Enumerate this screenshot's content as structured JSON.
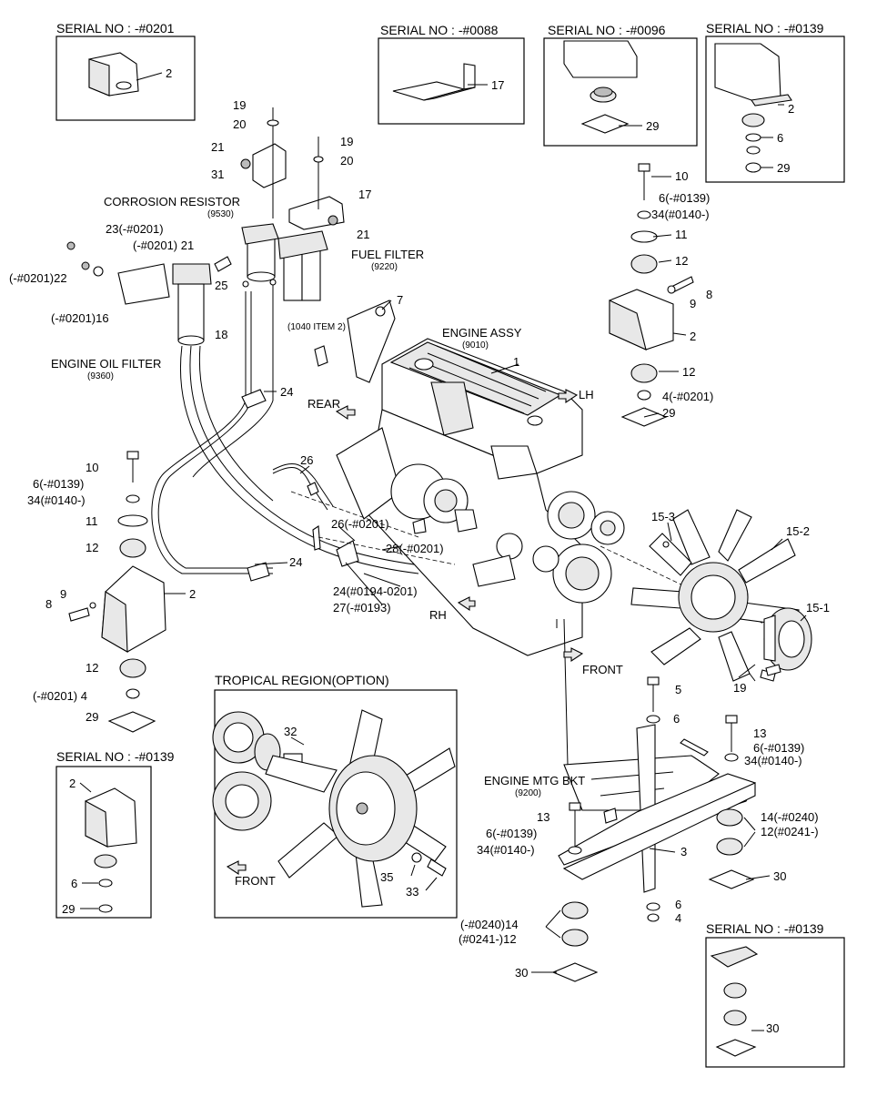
{
  "serial_boxes": {
    "top_left": "SERIAL NO : -#0201",
    "top_mid": "SERIAL NO : -#0088",
    "top_mid2": "SERIAL NO : -#0096",
    "top_right": "SERIAL NO : -#0139",
    "bottom_left": "SERIAL NO : -#0139",
    "bottom_right": "SERIAL NO : -#0139"
  },
  "tropical": {
    "title": "TROPICAL REGION(OPTION)",
    "front": "FRONT",
    "c32": "32",
    "c35": "35",
    "c33": "33"
  },
  "components": {
    "corrosion_resistor": "CORROSION RESISTOR",
    "corrosion_resistor_no": "(9530)",
    "fuel_filter": "FUEL FILTER",
    "fuel_filter_no": "(9220)",
    "engine_oil_filter": "ENGINE OIL FILTER",
    "engine_oil_filter_no": "(9360)",
    "engine_assy": "ENGINE ASSY",
    "engine_assy_no": "(9010)",
    "engine_mtg_bkt": "ENGINE MTG BKT",
    "engine_mtg_bkt_no": "(9200)",
    "item_ref": "(1040 ITEM 2)"
  },
  "directions": {
    "rear": "REAR",
    "lh": "LH",
    "rh": "RH",
    "front": "FRONT"
  },
  "callouts": {
    "a2_tl": "2",
    "a17_tm": "17",
    "a29_tm2": "29",
    "a2_tr": "2",
    "a6_tr": "6",
    "a29_tr": "29",
    "a19a": "19",
    "a20a": "20",
    "a21a": "21",
    "a31": "31",
    "a19b": "19",
    "a20b": "20",
    "a17b": "17",
    "a21b": "21",
    "a23": "23(-#0201)",
    "a21c": "(-#0201) 21",
    "a22": "(-#0201)22",
    "a25": "25",
    "a16": "(-#0201)16",
    "a18": "18",
    "a7": "7",
    "a24a": "24",
    "a1": "1",
    "a10r": "10",
    "a6r": "6(-#0139)",
    "a34r": "34(#0140-)",
    "a11r": "11",
    "a12r": "12",
    "a8r": "8",
    "a9r": "9",
    "a2r": "2",
    "a12r2": "12",
    "a4r": "4(-#0201)",
    "a29r": "29",
    "a10l": "10",
    "a6l": "6(-#0139)",
    "a34l": "34(#0140-)",
    "a11l": "11",
    "a12l": "12",
    "a9l": "9",
    "a2l": "2",
    "a8l": "8",
    "a12l2": "12",
    "a4l": "(-#0201) 4",
    "a29l": "29",
    "a26a": "26",
    "a26b": "26(-#0201)",
    "a28": "28(-#0201)",
    "a24b": "24",
    "a24c": "24(#0194-0201)",
    "a27": "27(-#0193)",
    "a15_3": "15-3",
    "a15_2": "15-2",
    "a15_1": "15-1",
    "a19c": "19",
    "a5": "5",
    "a6m": "6",
    "a13a": "13",
    "a6ma": "6(-#0139)",
    "a34ma": "34(#0140-)",
    "a14a": "14(-#0240)",
    "a12a": "12(#0241-)",
    "a13b": "13",
    "a6mb": "6(-#0139)",
    "a34mb": "34(#0140-)",
    "a3": "3",
    "a30a": "30",
    "a6mc": "6",
    "a4mc": "4",
    "a14b": "(-#0240)14",
    "a12b": "(#0241-)12",
    "a30b": "30",
    "a2bl": "2",
    "a6bl": "6",
    "a29bl": "29",
    "a30br": "30"
  }
}
